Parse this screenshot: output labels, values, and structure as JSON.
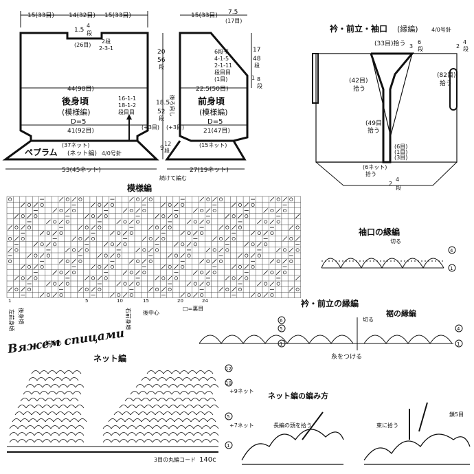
{
  "pattern_pieces": {
    "back": {
      "top_widths": [
        "15(33目)",
        "14(32目)",
        "15(33目)"
      ],
      "neck_depth": "1.5",
      "neck_rows": "4",
      "neck_rows_unit": "段",
      "neck_center": "(26目)",
      "neck_shaping_a": "2段",
      "neck_shaping_b": "2-3-1",
      "armhole_height": "20",
      "armhole_rows": "56",
      "armhole_rows_unit": "段",
      "width_at_chest": "44(98目)",
      "title": "後身頃",
      "stitch": "(模様編)",
      "gauge": "D=5",
      "side_dec_a": "16-1-1",
      "side_dec_b": "18-1-2",
      "side_dec_c": "段目目",
      "body_height": "18.5",
      "body_rows": "52",
      "body_rows_unit": "段",
      "plus_left": "(+3目)",
      "hem_width": "41(92目)",
      "peplum_net": "(37ネット)",
      "peplum_height": "9",
      "peplum_rows": "12",
      "peplum_rows_unit": "段",
      "bottom_width": "53(45ネット)"
    },
    "front": {
      "shoulder_width": "15(33目)",
      "neck_width": "7.5",
      "neck_sts": "(17目)",
      "neck_dec_head": "6段平",
      "neck_dec_a": "4-1-5",
      "neck_dec_b": "2-1-11",
      "neck_dec_c": "段目目",
      "neck_dec_d": "(1目)",
      "armhole_height": "17",
      "armhole_rows": "48",
      "armhole_rows_unit": "段",
      "side_small": "1",
      "side_small_rows": "8",
      "side_small_unit": "段",
      "chest_width": "22.5(50目)",
      "reverse_note": "後ろ向し",
      "title": "前身頃",
      "stitch": "(模様編)",
      "gauge": "D=5",
      "plus_right": "(+3目)",
      "hem_width": "21(47目)",
      "peplum_net": "(15ネット)",
      "bottom_width": "27(19ネット)",
      "continue_note": "続けて編む"
    },
    "peplum_title": "ペプラム",
    "peplum_stitch": "(ネット編)",
    "peplum_needle": "4/0号針"
  },
  "collar_diagram": {
    "title": "衿・前立・袖口",
    "subtitle": "(縁編)",
    "needle": "4/0号針",
    "back_neck": "(33目)拾う",
    "rows_top": "3",
    "rows_top_n": "6",
    "rows_top_unit": "段",
    "side_rows": "2",
    "side_rows_n": "4",
    "side_rows_unit": "段",
    "pickup_right": "(82目)",
    "pickup_right_b": "拾う",
    "pickup_collar": "(42目)",
    "pickup_collar_b": "拾う",
    "pickup_front": "(49目)",
    "pickup_front_b": "拾う",
    "small_a": "(6目)",
    "small_b": "(1目)",
    "small_c": "(3目)",
    "pickup_net": "(6ネット)",
    "pickup_net_b": "拾う",
    "bottom_rows": "2",
    "bottom_rows_n": "4",
    "bottom_rows_unit": "段"
  },
  "chart_moyou": {
    "title": "模様編",
    "col_numbers": [
      "1",
      "5",
      "10",
      "15",
      "20",
      "24"
    ],
    "legend": "□=裏目",
    "left_front_end": "左前身頃",
    "back_end": "後身頃",
    "back_center": "後中心",
    "right_front_end": "右前身頃",
    "start_note": "編始め"
  },
  "chart_sleeve": {
    "title": "袖口の縁編",
    "cut": "切る",
    "row4": "4",
    "row1": "1"
  },
  "chart_collar_edge": {
    "title": "衿・前立の縁編",
    "hem_title": "裾の縁編",
    "cut": "切る",
    "row6": "6",
    "row5": "5",
    "row1": "1",
    "row4": "4",
    "attach": "糸をつける"
  },
  "watermark": "Вяжем спицами",
  "chart_net": {
    "title": "ネット編",
    "row12": "12",
    "row10": "10",
    "plus9": "+9ネット",
    "row5": "5",
    "plus7": "+7ネット",
    "row1": "1",
    "cord": "3目の丸編コード",
    "cord_len": "140c"
  },
  "net_howto": {
    "title": "ネット編の編み方",
    "note_a": "長編の頭を拾う",
    "note_b": "束に拾う",
    "note_c": "鎖5目"
  }
}
